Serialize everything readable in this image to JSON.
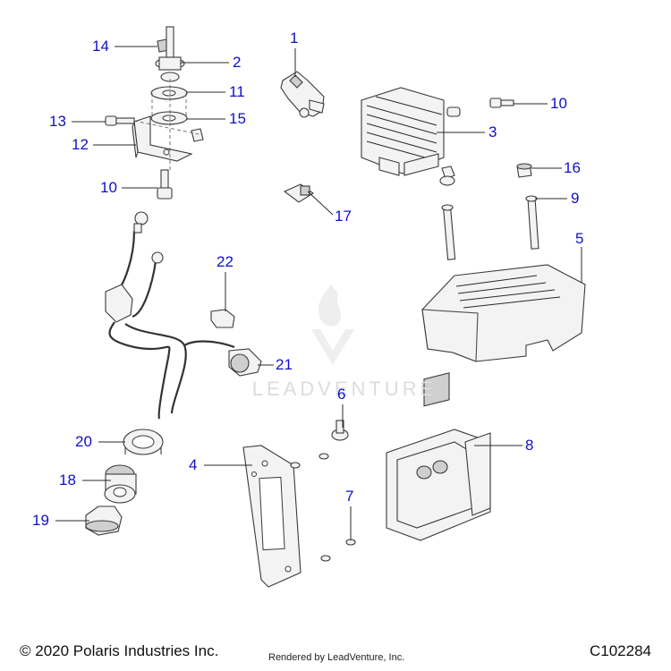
{
  "callouts": [
    {
      "id": "14",
      "text": "14"
    },
    {
      "id": "2",
      "text": "2"
    },
    {
      "id": "11",
      "text": "11"
    },
    {
      "id": "13",
      "text": "13"
    },
    {
      "id": "15",
      "text": "15"
    },
    {
      "id": "12",
      "text": "12"
    },
    {
      "id": "10a",
      "text": "10"
    },
    {
      "id": "1",
      "text": "1"
    },
    {
      "id": "3",
      "text": "3"
    },
    {
      "id": "10b",
      "text": "10"
    },
    {
      "id": "16",
      "text": "16"
    },
    {
      "id": "9",
      "text": "9"
    },
    {
      "id": "17",
      "text": "17"
    },
    {
      "id": "5",
      "text": "5"
    },
    {
      "id": "22",
      "text": "22"
    },
    {
      "id": "21",
      "text": "21"
    },
    {
      "id": "6",
      "text": "6"
    },
    {
      "id": "8",
      "text": "8"
    },
    {
      "id": "20",
      "text": "20"
    },
    {
      "id": "4",
      "text": "4"
    },
    {
      "id": "18",
      "text": "18"
    },
    {
      "id": "7",
      "text": "7"
    },
    {
      "id": "19",
      "text": "19"
    }
  ],
  "watermark": "LEADVENTURE",
  "footer": {
    "copyright": "© 2020 Polaris Industries Inc.",
    "rendered_by": "Rendered by LeadVenture, Inc.",
    "part_code": "C102284"
  },
  "colors": {
    "callout": "#1010c8",
    "line": "#555555",
    "part_fill": "#f2f2f2",
    "part_stroke": "#444444"
  }
}
